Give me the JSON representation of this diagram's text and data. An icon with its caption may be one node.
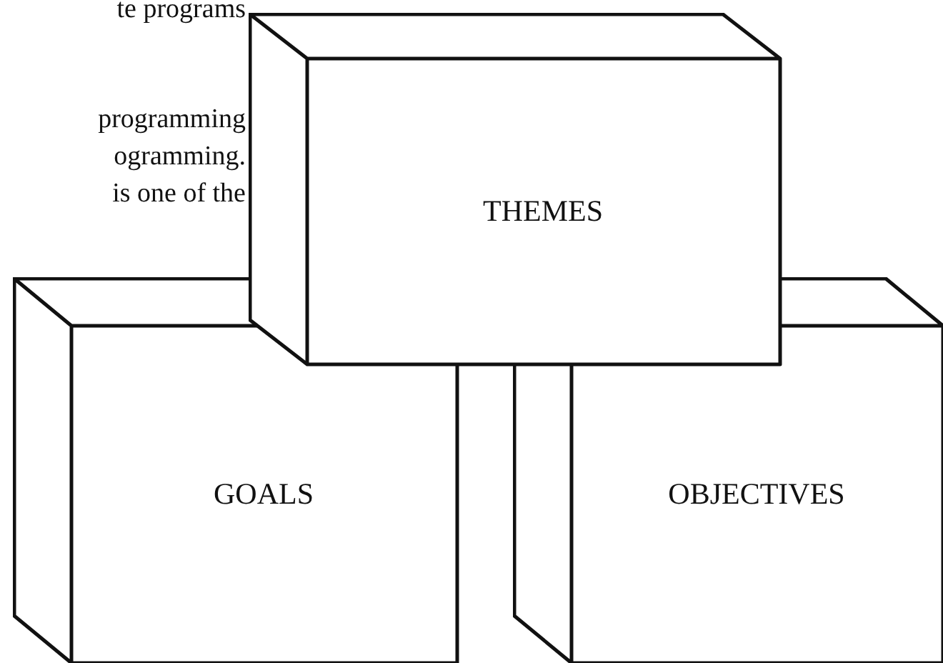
{
  "diagram": {
    "nodes": [
      {
        "text": [
          "THEMES"
        ]
      },
      {
        "text": [
          "GOALS"
        ]
      },
      {
        "text": [
          "OBJECTIVES"
        ]
      }
    ],
    "labels": [
      "te programs",
      "programming",
      "ogramming.",
      "is one of the"
    ]
  }
}
